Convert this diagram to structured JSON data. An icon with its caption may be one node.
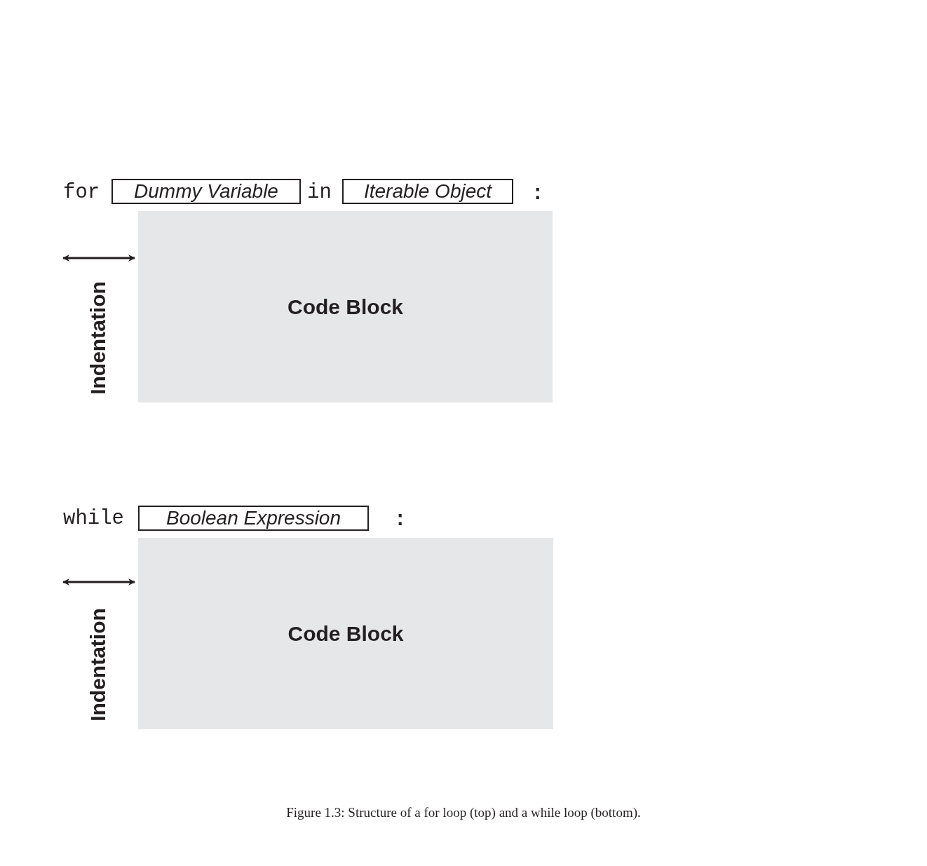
{
  "diagram": {
    "caption": "Figure 1.3: Structure of a for loop (top) and a while loop (bottom).",
    "nodes": [
      {
        "text": [
          "Dummy Variable"
        ]
      },
      {
        "text": [
          "Iterable Object"
        ]
      },
      {
        "text": [
          "Code Block"
        ]
      },
      {
        "text": [
          "Boolean Expression"
        ]
      },
      {
        "text": [
          "Code Block"
        ]
      }
    ],
    "labels": [
      "for",
      "in",
      ":",
      "Indentation",
      "while",
      ":",
      "Indentation"
    ]
  }
}
